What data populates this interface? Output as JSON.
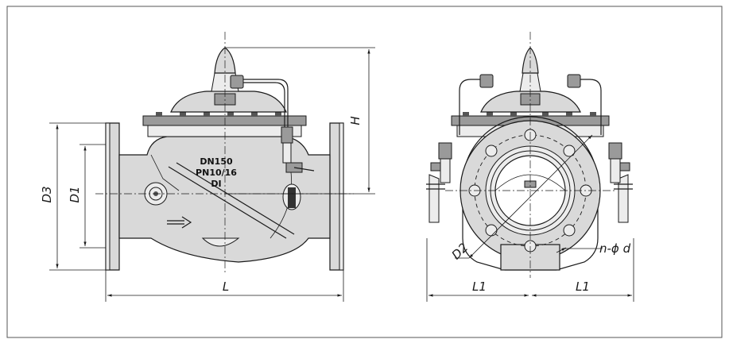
{
  "casting": {
    "line1": "DN150",
    "line2": "PN10/16",
    "line3": "DI"
  },
  "dimensions": {
    "H": "H",
    "D3": "D3",
    "D1": "D1",
    "L": "L",
    "D2": "D2",
    "L1_left": "L1",
    "L1_right": "L1",
    "n_phi_d": "n-ϕ d"
  }
}
